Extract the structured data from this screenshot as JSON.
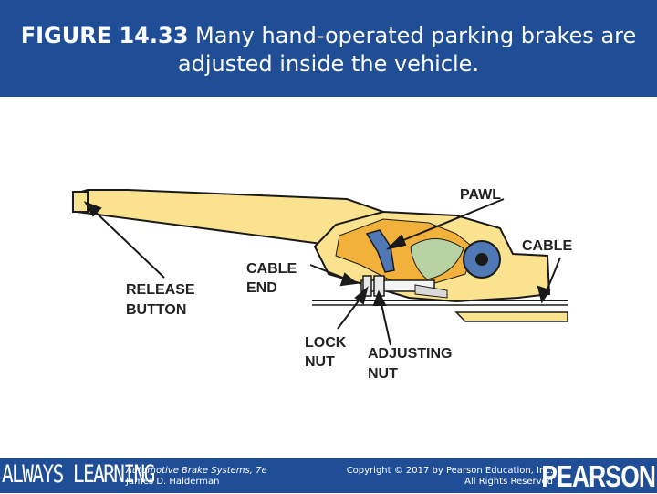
{
  "header": {
    "figure_label": "FIGURE 14.33",
    "caption": " Many hand-operated parking brakes are adjusted inside the vehicle."
  },
  "diagram": {
    "labels": {
      "pawl": "PAWL",
      "cable": "CABLE",
      "cable_end_1": "CABLE",
      "cable_end_2": "END",
      "release_1": "RELEASE",
      "release_2": "BUTTON",
      "lock_1": "LOCK",
      "lock_2": "NUT",
      "adjusting_1": "ADJUSTING",
      "adjusting_2": "NUT"
    },
    "colors": {
      "lever": "#fbe28f",
      "housing": "#f2b13b",
      "outline": "#1a1a1a",
      "cam": "#4f78b5",
      "spring": "#b8d2a4"
    }
  },
  "footer": {
    "brand_left": "ALWAYS LEARNING",
    "book_title": "Automotive Brake Systems, 7e",
    "author": "James D. Halderman",
    "copyright_line1": "Copyright © 2017 by Pearson Education, Inc.",
    "copyright_line2": "All Rights Reserved",
    "brand_right": "PEARSON"
  }
}
